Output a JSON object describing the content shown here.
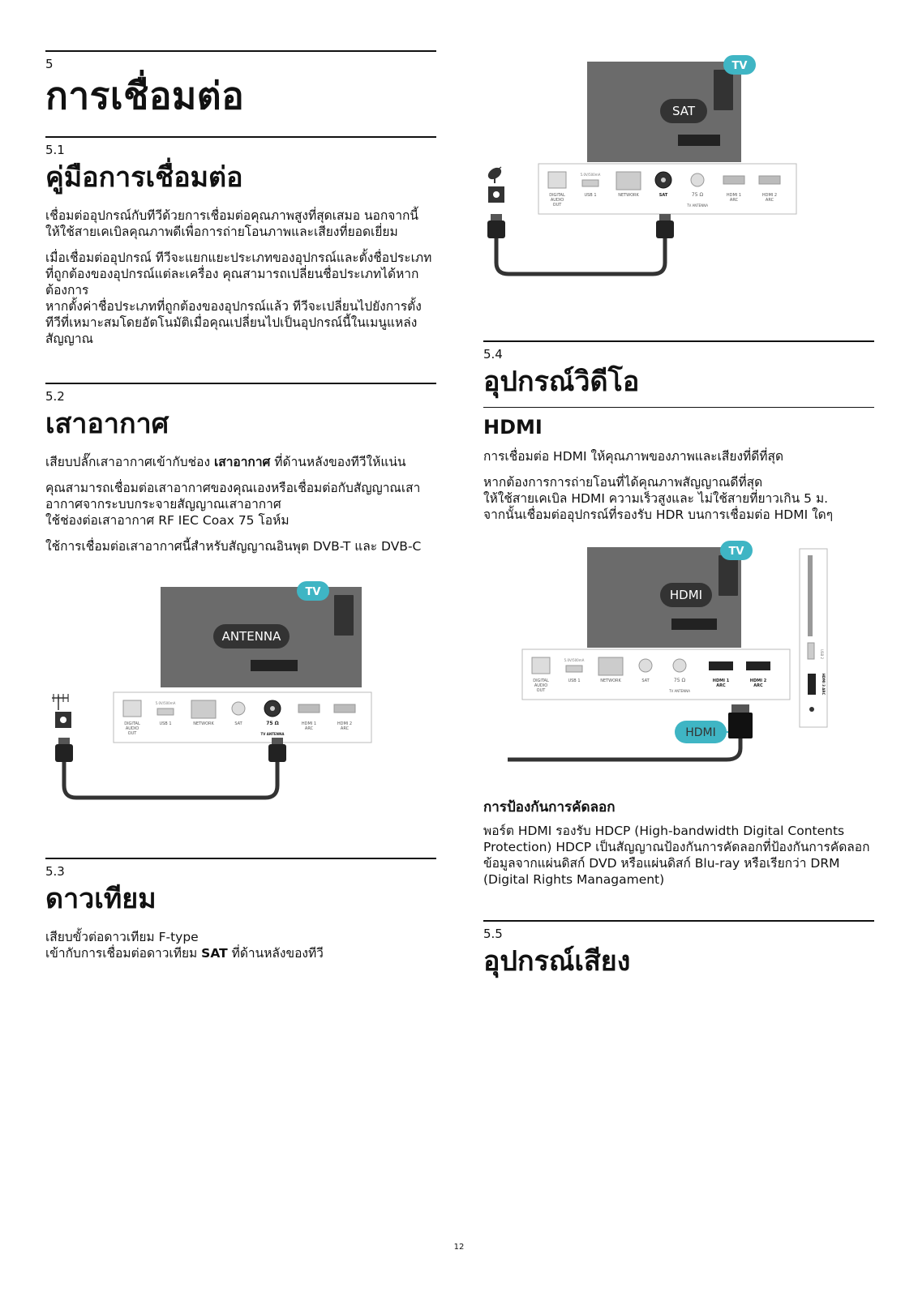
{
  "chapter": {
    "number": "5",
    "title": "การเชื่อมต่อ"
  },
  "s51": {
    "number": "5.1",
    "title": "คู่มือการเชื่อมต่อ",
    "p1": "เชื่อมต่ออุปกรณ์กับทีวีด้วยการเชื่อมต่อคุณภาพสูงที่สุดเสมอ นอกจากนี้ ให้ใช้สายเคเบิลคุณภาพดีเพื่อการถ่ายโอนภาพและเสียงที่ยอดเยี่ยม",
    "p2": "เมื่อเชื่อมต่ออุปกรณ์ ทีวีจะแยกแยะประเภทของอุปกรณ์และตั้งชื่อประเภทที่ถูกต้องของอุปกรณ์แต่ละเครื่อง คุณสามารถเปลี่ยนชื่อประเภทได้หากต้องการ",
    "p3": "หากตั้งค่าชื่อประเภทที่ถูกต้องของอุปกรณ์แล้ว ทีวีจะเปลี่ยนไปยังการตั้งทีวีที่เหมาะสมโดยอัตโนมัติเมื่อคุณเปลี่ยนไปเป็นอุปกรณ์นี้ในเมนูแหล่งสัญญาณ"
  },
  "s52": {
    "number": "5.2",
    "title": "เสาอากาศ",
    "p1_a": "เสียบปลั๊กเสาอากาศเข้ากับช่อง ",
    "p1_bold": "เสาอากาศ",
    "p1_b": " ที่ด้านหลังของทีวีให้แน่น",
    "p2": "คุณสามารถเชื่อมต่อเสาอากาศของคุณเองหรือเชื่อมต่อกับสัญญาณเสาอากาศจากระบบกระจายสัญญาณเสาอากาศ",
    "p3": "ใช้ช่องต่อเสาอากาศ RF IEC Coax 75 โอห์ม",
    "p4": "ใช้การเชื่อมต่อเสาอากาศนี้สำหรับสัญญาณอินพุต DVB-T และ DVB-C"
  },
  "s53": {
    "number": "5.3",
    "title": "ดาวเทียม",
    "p1": "เสียบขั้วต่อดาวเทียม F-type",
    "p2_a": "เข้ากับการเชื่อมต่อดาวเทียม ",
    "p2_bold": "SAT",
    "p2_b": " ที่ด้านหลังของทีวี"
  },
  "s54": {
    "number": "5.4",
    "title": "อุปกรณ์วิดีโอ",
    "hdmi_heading": "HDMI",
    "p1": "การเชื่อมต่อ HDMI ให้คุณภาพของภาพและเสียงที่ดีที่สุด",
    "p2": "หากต้องการการถ่ายโอนที่ได้คุณภาพสัญญาณดีที่สุด",
    "p3": "ให้ใช้สายเคเบิล HDMI ความเร็วสูงและ ไม่ใช้สายที่ยาวเกิน 5 ม.",
    "p4": "จากนั้นเชื่อมต่ออุปกรณ์ที่รองรับ HDR บนการเชื่อมต่อ HDMI ใดๆ",
    "copy_heading": "การป้องกันการคัดลอก",
    "copy_p": "พอร์ต HDMI รองรับ HDCP (High-bandwidth Digital Contents Protection) HDCP เป็นสัญญาณป้องกันการคัดลอกที่ป้องกันการคัดลอกข้อมูลจากแผ่นดิสก์ DVD หรือแผ่นดิสก์ Blu-ray หรือเรียกว่า DRM (Digital Rights Managament)"
  },
  "s55": {
    "number": "5.5",
    "title": "อุปกรณ์เสียง"
  },
  "diagrams": {
    "tv_badge": "TV",
    "antenna_label": "ANTENNA",
    "sat_label": "SAT",
    "hdmi_label": "HDMI",
    "ports": {
      "digital_audio": "DIGITAL",
      "digital_audio2": "AUDIO",
      "digital_audio3": "OUT",
      "usb": "USB 1",
      "usb_spec": "5.0V/500mA",
      "network": "NETWORK",
      "sat": "SAT",
      "ant": "75 Ω",
      "tv_antenna": "TV ANTENNA",
      "hdmi1": "HDMI 1",
      "hdmi2": "HDMI 2",
      "arc": "ARC",
      "usb2": "USB 2",
      "hdmi3": "HDMI 3 ARC"
    }
  },
  "footer": {
    "page": "12"
  },
  "colors": {
    "tv_gray": "#6b6b6b",
    "tv_badge": "#3fb5c4",
    "cable": "#333333",
    "panel_border": "#bbbbbb"
  }
}
